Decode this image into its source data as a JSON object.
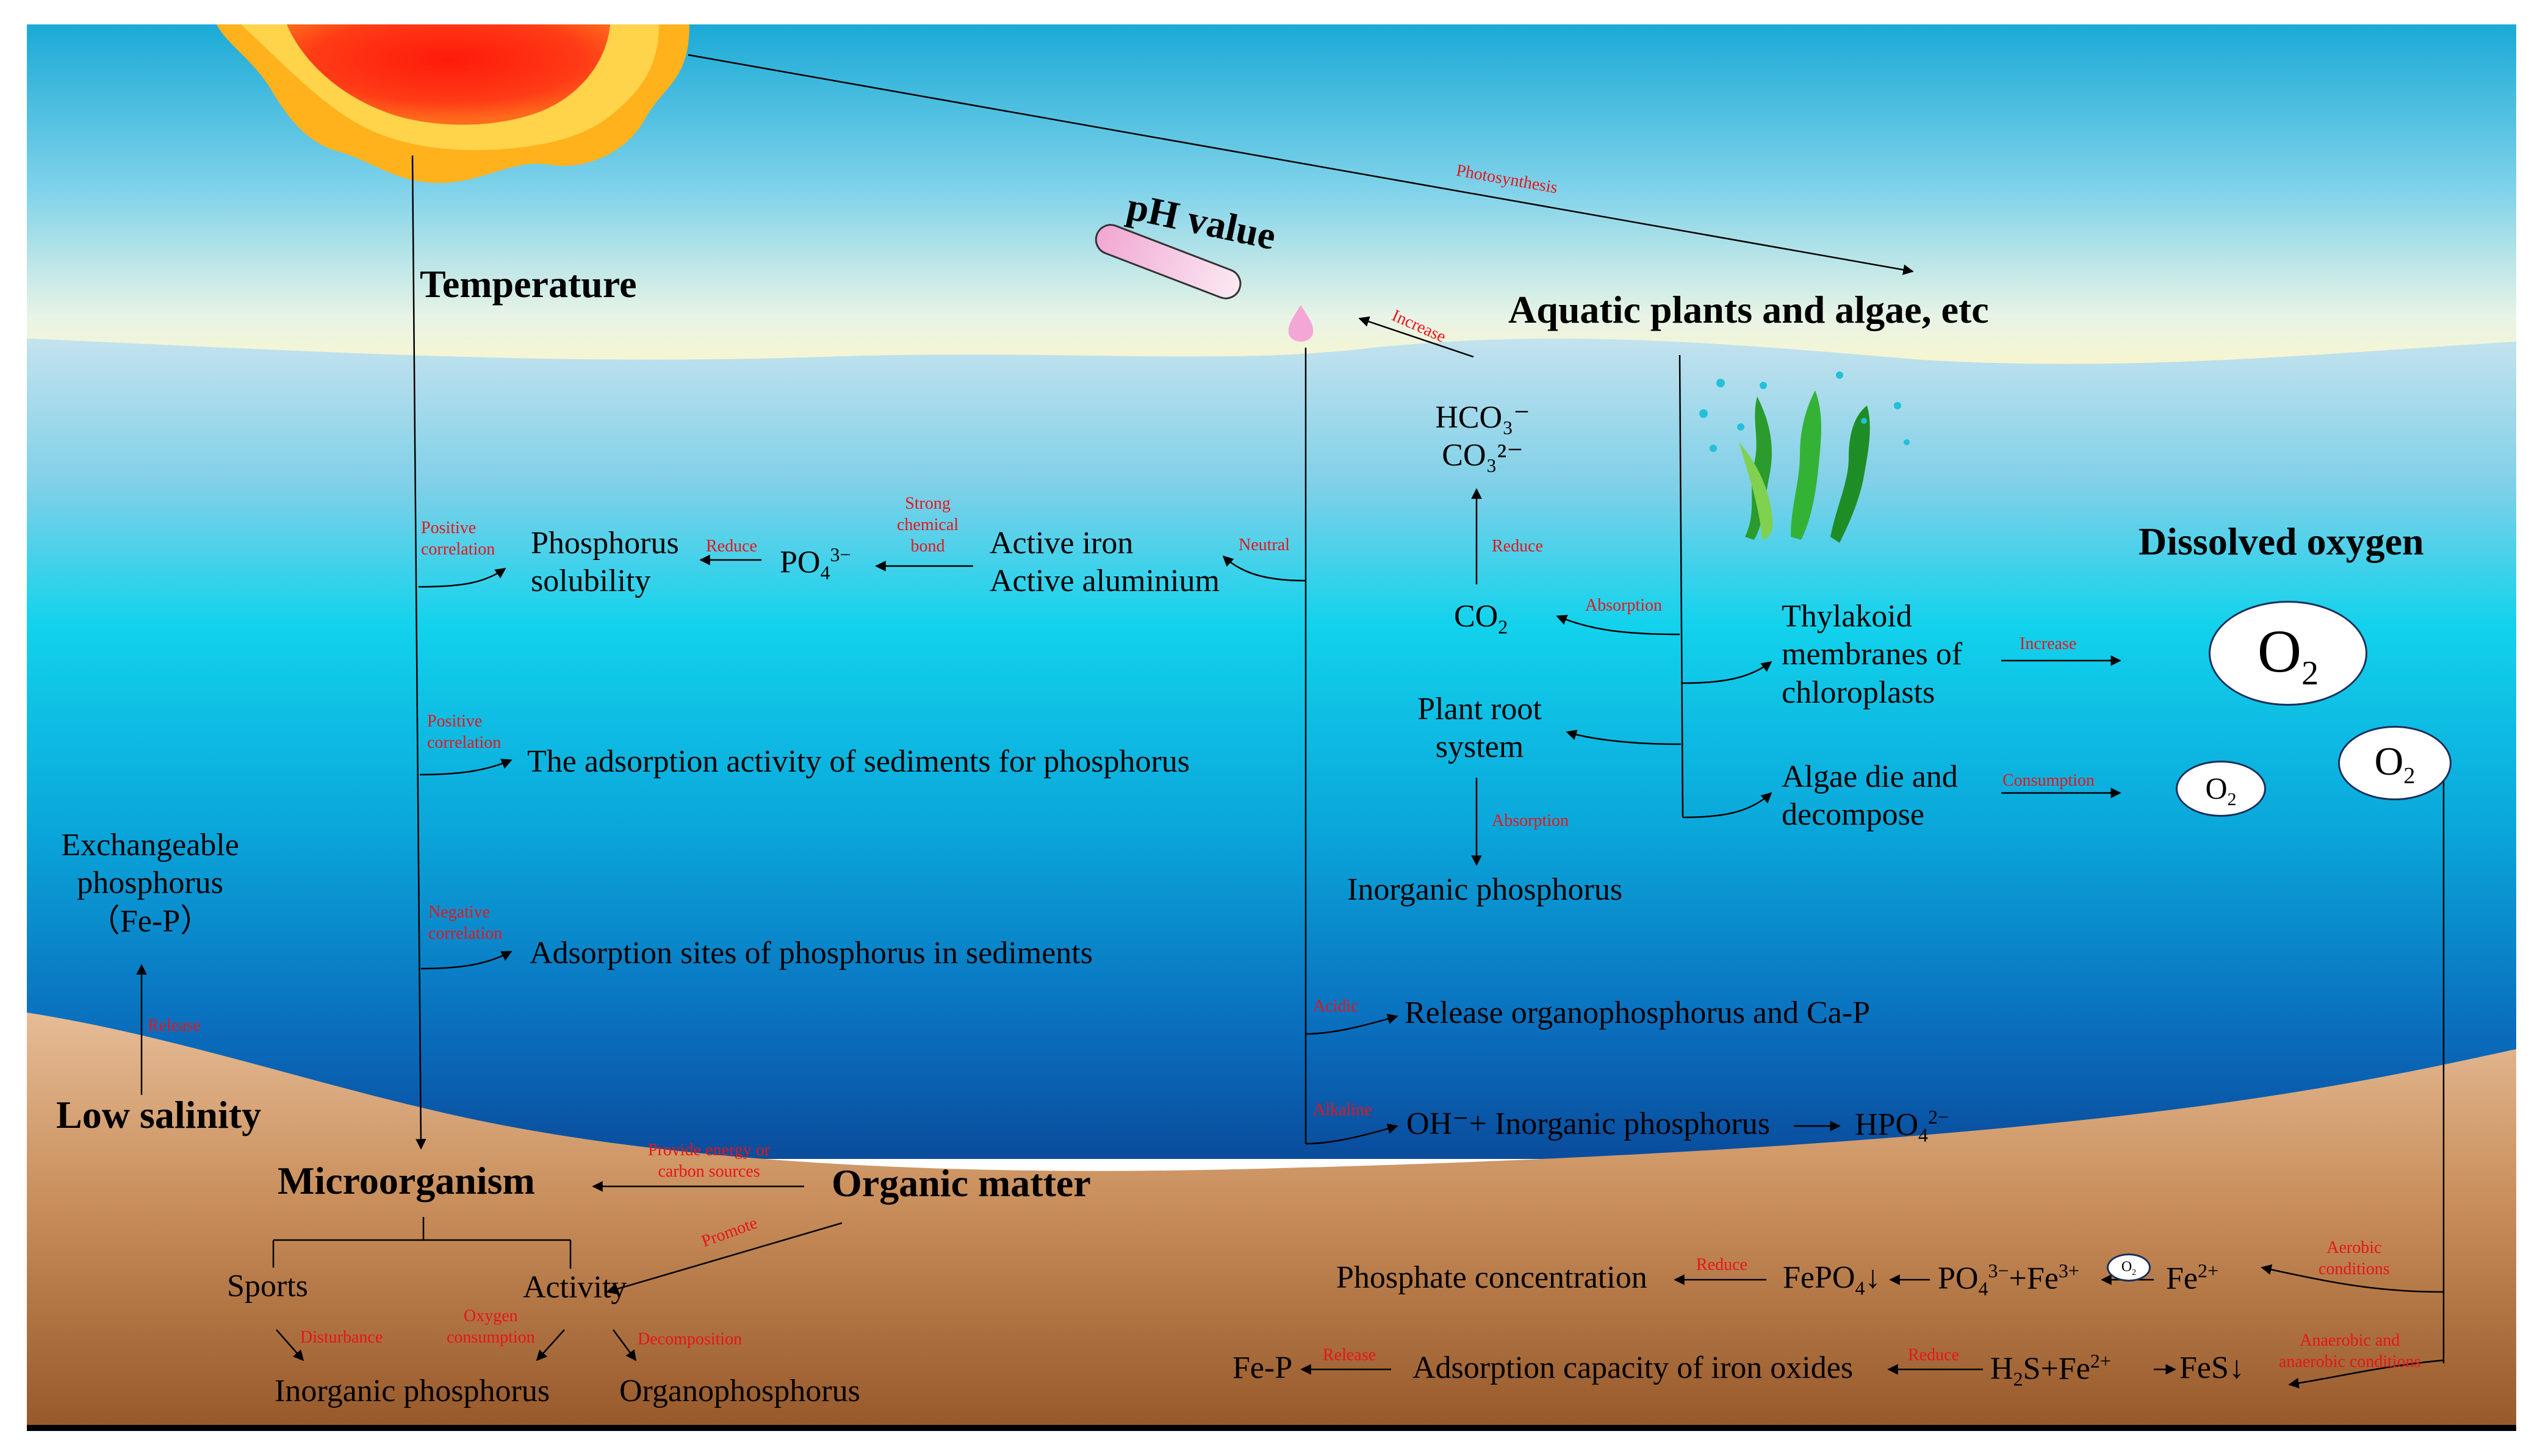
{
  "titles": {
    "temperature": "Temperature",
    "ph_value": "pH value",
    "aquatic_plants": "Aquatic plants and algae, etc",
    "dissolved_oxygen": "Dissolved oxygen",
    "low_salinity": "Low salinity",
    "microorganism": "Microorganism",
    "organic_matter": "Organic matter"
  },
  "nodes": {
    "phosphorus_solubility_1": "Phosphorus",
    "phosphorus_solubility_2": "solubility",
    "po4": "PO",
    "po4_sub": "4",
    "po4_sup": "3−",
    "active_iron": "Active iron",
    "active_aluminium": "Active aluminium",
    "adsorption_activity": "The adsorption activity of sediments for phosphorus",
    "adsorption_sites": "Adsorption sites of phosphorus in sediments",
    "exchangeable_1": "Exchangeable",
    "exchangeable_2": "phosphorus",
    "exchangeable_3": "（Fe-P）",
    "hco3": "HCO₃⁻",
    "co3": "CO₃²⁻",
    "co2": "CO",
    "co2_sub": "2",
    "plant_root_1": "Plant root",
    "plant_root_2": "system",
    "inorganic_phosphorus_mid": "Inorganic phosphorus",
    "thylakoid_1": "Thylakoid",
    "thylakoid_2": "membranes of",
    "thylakoid_3": "chloroplasts",
    "algae_die_1": "Algae die and",
    "algae_die_2": "decompose",
    "o2_large": "O",
    "o2_sub": "2",
    "release_organo": "Release organophosphorus and Ca-P",
    "oh_inorganic": "OH⁻+ Inorganic phosphorus",
    "hpo4": "HPO",
    "hpo4_sub": "4",
    "hpo4_sup": "2−",
    "sports": "Sports",
    "activity": "Activity",
    "inorganic_phosphorus_bottom": "Inorganic phosphorus",
    "organophosphorus": "Organophosphorus",
    "phosphate_concentration": "Phosphate concentration",
    "fepo4": "FePO",
    "fepo4_sub": "4",
    "fepo4_arrow": "↓",
    "po4_fe3_a": "PO",
    "po4_fe3_sub": "4",
    "po4_fe3_sup": "3−",
    "po4_fe3_b": "+Fe",
    "po4_fe3_sup2": "3+",
    "fe2": "Fe",
    "fe2_sup": "2+",
    "fe_p": "Fe-P",
    "adsorption_capacity": "Adsorption capacity of iron oxides",
    "h2s_a": "H",
    "h2s_sub": "2",
    "h2s_b": "S+Fe",
    "h2s_sup": "2+",
    "fes": "FeS↓"
  },
  "relations": {
    "photosynthesis": "Photosynthesis",
    "increase_ph": "Increase",
    "positive_correlation_1": [
      "Positive",
      "correlation"
    ],
    "reduce_solubility": "Reduce",
    "strong_bond": [
      "Strong",
      "chemical",
      "bond"
    ],
    "neutral": "Neutral",
    "positive_correlation_2": [
      "Positive",
      "correlation"
    ],
    "negative_correlation": [
      "Negative",
      "correlation"
    ],
    "release_fe_p": "Release",
    "reduce_co2": "Reduce",
    "absorption_co2": "Absorption",
    "absorption_root": "Absorption",
    "increase_o2": "Increase",
    "consumption_o2": "Consumption",
    "acidic": "Acidic",
    "alkaline": "Alkaline",
    "provide_energy": [
      "Provide energy or",
      "carbon sources"
    ],
    "promote": "Promote",
    "disturbance": "Disturbance",
    "oxygen_consumption": [
      "Oxygen",
      "consumption"
    ],
    "decomposition": "Decomposition",
    "reduce_phosphate": "Reduce",
    "release_bottom": "Release",
    "reduce_iron": "Reduce",
    "aerobic": [
      "Aerobic",
      "conditions"
    ],
    "anaerobic": [
      "Anaerobic and",
      "anaerobic conditions"
    ]
  },
  "colors": {
    "relation_text": "#e8141b",
    "sky_top": "#1aaad6",
    "sky_bottom": "#fff6c4",
    "water_top": "#b9dcec",
    "water_mid": "#10cfea",
    "water_deep": "#0a56aa",
    "sediment_top": "#e2b690",
    "sediment_bottom": "#9a5f2b",
    "sun": "#ff3a18"
  }
}
